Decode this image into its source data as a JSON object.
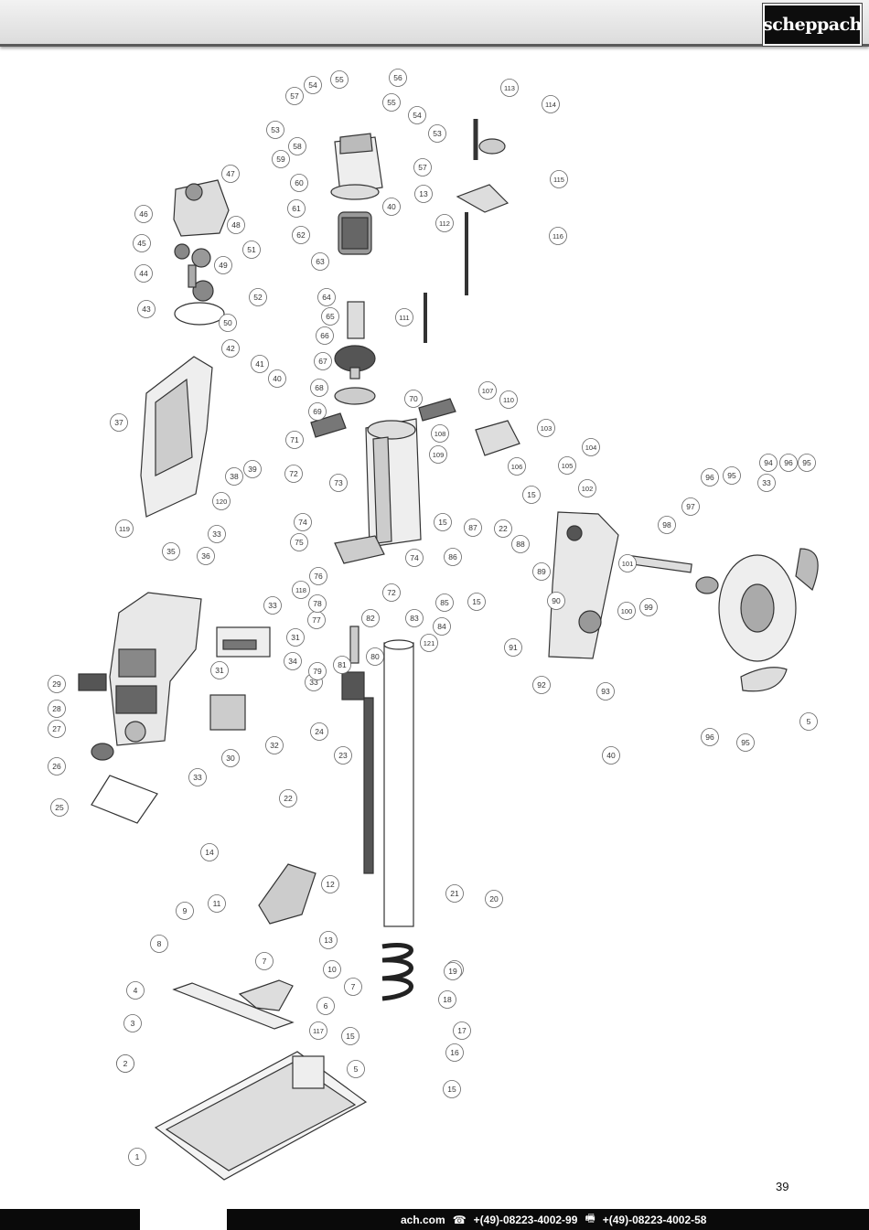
{
  "header": {
    "logo_text": "scheppach"
  },
  "page": {
    "number": "39"
  },
  "footer": {
    "website": "ach.com",
    "phone_icon": "phone-icon",
    "phone": "+(49)-08223-4002-99",
    "fax_icon": "fax-icon",
    "fax": "+(49)-08223-4002-58"
  },
  "diagram": {
    "part_labels": [
      "1",
      "2",
      "2",
      "3",
      "4",
      "5",
      "5",
      "5",
      "6",
      "7",
      "7",
      "8",
      "9",
      "10",
      "11",
      "12",
      "13",
      "13",
      "14",
      "15",
      "15",
      "15",
      "15",
      "15",
      "16",
      "17",
      "18",
      "19",
      "20",
      "21",
      "22",
      "22",
      "23",
      "24",
      "25",
      "26",
      "27",
      "28",
      "29",
      "30",
      "31",
      "31",
      "32",
      "33",
      "33",
      "33",
      "33",
      "33",
      "34",
      "35",
      "36",
      "37",
      "38",
      "39",
      "40",
      "40",
      "40",
      "41",
      "42",
      "43",
      "44",
      "45",
      "46",
      "47",
      "48",
      "49",
      "50",
      "51",
      "52",
      "53",
      "53",
      "54",
      "54",
      "55",
      "55",
      "56",
      "57",
      "57",
      "58",
      "59",
      "60",
      "61",
      "62",
      "63",
      "64",
      "65",
      "66",
      "67",
      "68",
      "69",
      "70",
      "71",
      "72",
      "72",
      "73",
      "74",
      "74",
      "75",
      "76",
      "77",
      "78",
      "79",
      "80",
      "81",
      "82",
      "83",
      "84",
      "85",
      "86",
      "87",
      "88",
      "89",
      "90",
      "91",
      "92",
      "93",
      "94",
      "95",
      "95",
      "95",
      "96",
      "96",
      "96",
      "97",
      "98",
      "99",
      "100",
      "101",
      "102",
      "103",
      "104",
      "105",
      "106",
      "107",
      "108",
      "109",
      "110",
      "111",
      "112",
      "113",
      "114",
      "115",
      "116",
      "117",
      "118",
      "119",
      "120",
      "121"
    ]
  }
}
